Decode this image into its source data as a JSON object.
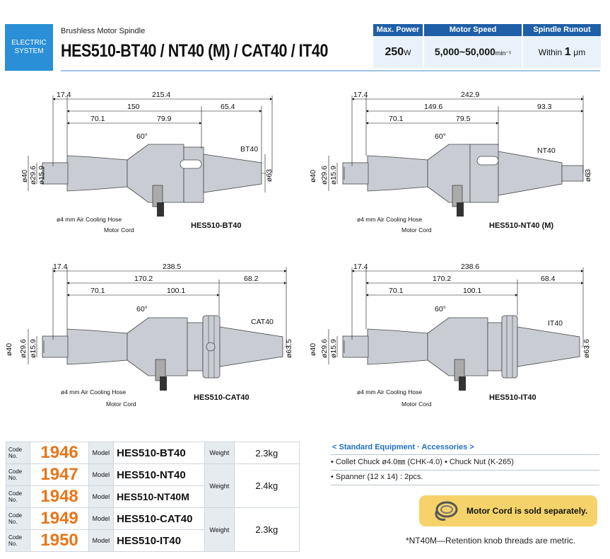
{
  "header": {
    "category_badge_line1": "ELECTRIC",
    "category_badge_line2": "SYSTEM",
    "subtitle": "Brushless Motor Spindle",
    "title": "HES510-BT40 / NT40 (M) / CAT40 / IT40",
    "specs": [
      {
        "label": "Max. Power",
        "value": "250",
        "unit": "W"
      },
      {
        "label": "Motor Speed",
        "value": "5,000~50,000",
        "unit": "min⁻¹"
      },
      {
        "label": "Spindle Runout",
        "prefix": "Within",
        "value": "1",
        "unit": "μm"
      }
    ]
  },
  "drawings": [
    {
      "caption": "HES510-BT40",
      "taper": "BT40",
      "dims": {
        "total": "215.4",
        "left": "17.4",
        "mid": "150",
        "right": "65.4",
        "a": "70.1",
        "b": "79.9",
        "dia_out": "ø63"
      }
    },
    {
      "caption": "HES510-NT40 (M)",
      "taper": "NT40",
      "dims": {
        "total": "242.9",
        "left": "17.4",
        "mid": "149.6",
        "right": "93.3",
        "a": "70.1",
        "b": "79.5",
        "dia_out": "ø63"
      }
    },
    {
      "caption": "HES510-CAT40",
      "taper": "CAT40",
      "dims": {
        "total": "238.5",
        "left": "17.4",
        "mid": "170.2",
        "right": "68.2",
        "a": "70.1",
        "b": "100.1",
        "dia_out": "ø63.5"
      }
    },
    {
      "caption": "HES510-IT40",
      "taper": "IT40",
      "dims": {
        "total": "238.6",
        "left": "17.4",
        "mid": "170.2",
        "right": "68.4",
        "a": "70.1",
        "b": "100.1",
        "dia_out": "ø63.6"
      }
    }
  ],
  "drawing_common": {
    "angle": "60°",
    "dia_body": "ø40",
    "dia_mid": "ø29.6",
    "dia_tip": "ø15.9",
    "hose_label": "ø4 mm Air Cooling Hose",
    "cord_label": "Motor Cord"
  },
  "table": {
    "code_label": "Code No.",
    "model_label": "Model",
    "weight_label": "Weight",
    "rows": [
      {
        "code": "1946",
        "model": "HES510-BT40"
      },
      {
        "code": "1947",
        "model": "HES510-NT40"
      },
      {
        "code": "1948",
        "model": "HES510-NT40M"
      },
      {
        "code": "1949",
        "model": "HES510-CAT40"
      },
      {
        "code": "1950",
        "model": "HES510-IT40"
      }
    ],
    "weights": [
      "2.3kg",
      "2.4kg",
      "2.3kg"
    ]
  },
  "accessories": {
    "title": "< Standard Equipment · Accessories >",
    "items": [
      "• Collet Chuck ø4.0㎜ (CHK-4.0)  • Chuck Nut (K-265)",
      "• Spanner (12 x 14) : 2pcs."
    ]
  },
  "cord_notice": "Motor Cord is sold separately.",
  "footnote": "*NT40M—Retention knob threads are metric.",
  "colors": {
    "badge": "#2a8fd6",
    "header_bar": "#1f5fa8",
    "code_number": "#e8751a",
    "notice_bg": "#f5d36a",
    "spindle_body": "#c9cdd3"
  }
}
